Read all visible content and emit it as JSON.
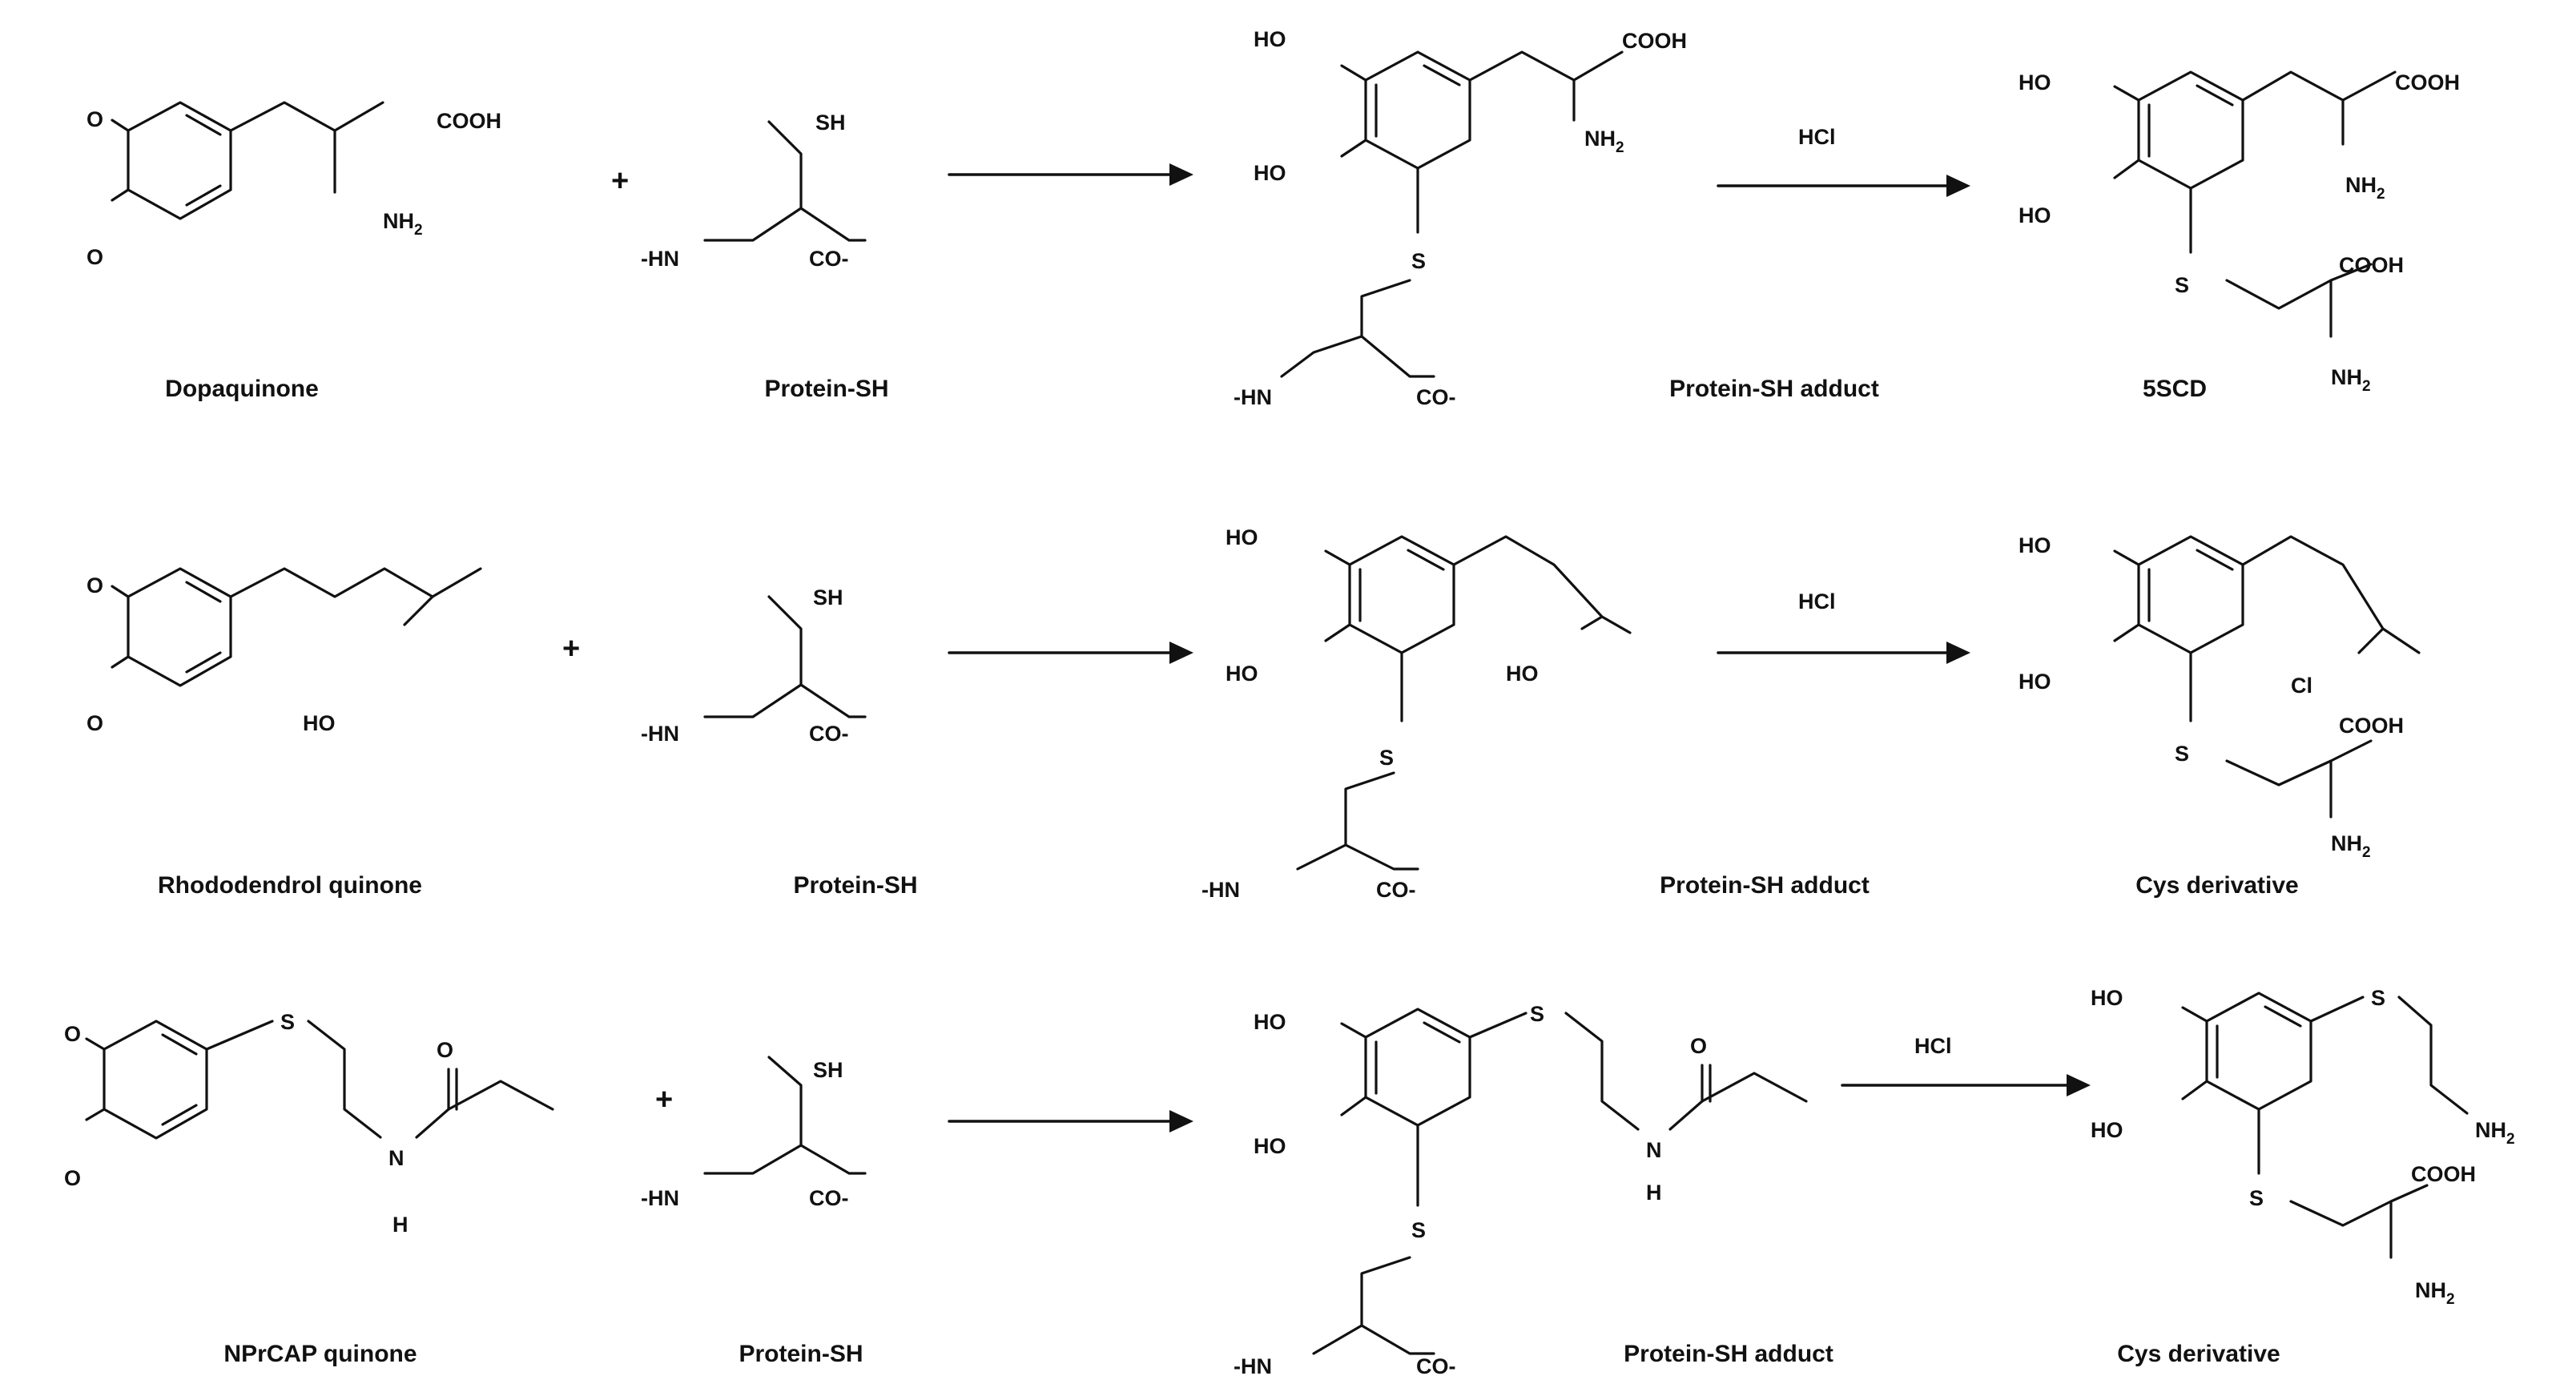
{
  "rows": [
    {
      "reactant": {
        "name": "Dopaquinone",
        "o1": "O",
        "o2": "O",
        "acid": "COOH",
        "amine": "NH",
        "amine_sub": "2"
      },
      "plus": "+",
      "protein": {
        "name": "Protein-SH",
        "sh": "SH",
        "hn": "-HN",
        "co": "CO-"
      },
      "adduct": {
        "name": "Protein-SH adduct",
        "oh1": "HO",
        "oh2": "HO",
        "s": "S",
        "acid": "COOH",
        "amine": "NH",
        "amine_sub": "2",
        "hn": "-HN",
        "co": "CO-"
      },
      "reagent": "HCl",
      "product": {
        "name": "5SCD",
        "oh1": "HO",
        "oh2": "HO",
        "s": "S",
        "acid": "COOH",
        "amine": "NH",
        "amine_sub": "2",
        "acid2": "COOH",
        "amine2": "NH",
        "amine2_sub": "2"
      }
    },
    {
      "reactant": {
        "name": "Rhododendrol quinone",
        "o1": "O",
        "o2": "O",
        "oh": "HO"
      },
      "plus": "+",
      "protein": {
        "name": "Protein-SH",
        "sh": "SH",
        "hn": "-HN",
        "co": "CO-"
      },
      "adduct": {
        "name": "Protein-SH adduct",
        "oh1": "HO",
        "oh2": "HO",
        "oh3": "HO",
        "s": "S",
        "hn": "-HN",
        "co": "CO-"
      },
      "reagent": "HCl",
      "product": {
        "name": "Cys derivative",
        "oh1": "HO",
        "oh2": "HO",
        "cl": "Cl",
        "s": "S",
        "acid": "COOH",
        "amine": "NH",
        "amine_sub": "2"
      }
    },
    {
      "reactant": {
        "name": "NPrCAP quinone",
        "o1": "O",
        "o2": "O",
        "s": "S",
        "o3": "O",
        "nh_n": "N",
        "nh_h": "H"
      },
      "plus": "+",
      "protein": {
        "name": "Protein-SH",
        "sh": "SH",
        "hn": "-HN",
        "co": "CO-"
      },
      "adduct": {
        "name": "Protein-SH adduct",
        "oh1": "HO",
        "oh2": "HO",
        "s1": "S",
        "s2": "S",
        "o3": "O",
        "nh_n": "N",
        "nh_h": "H",
        "hn": "-HN",
        "co": "CO-"
      },
      "reagent": "HCl",
      "product": {
        "name": "Cys derivative",
        "oh1": "HO",
        "oh2": "HO",
        "s1": "S",
        "s2": "S",
        "amine": "NH",
        "amine_sub": "2",
        "acid": "COOH",
        "amine2": "NH",
        "amine2_sub": "2"
      }
    }
  ]
}
